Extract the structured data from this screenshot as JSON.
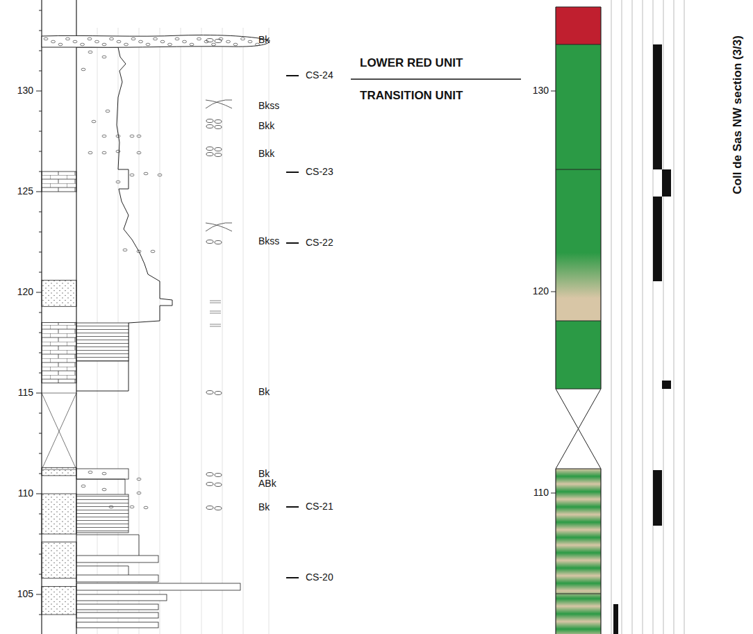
{
  "diagram": {
    "title": "Coll de Sas NW section (3/3)",
    "labels": [
      "130",
      "125",
      "120",
      "115",
      "110",
      "105",
      "Bk",
      "Bkss",
      "Bkk",
      "Bkk",
      "Bkss",
      "Bk",
      "Bk",
      "ABk",
      "Bk",
      "CS-24",
      "CS-23",
      "CS-22",
      "CS-21",
      "CS-20",
      "LOWER RED UNIT",
      "TRANSITION UNIT",
      "130",
      "120",
      "110"
    ]
  }
}
